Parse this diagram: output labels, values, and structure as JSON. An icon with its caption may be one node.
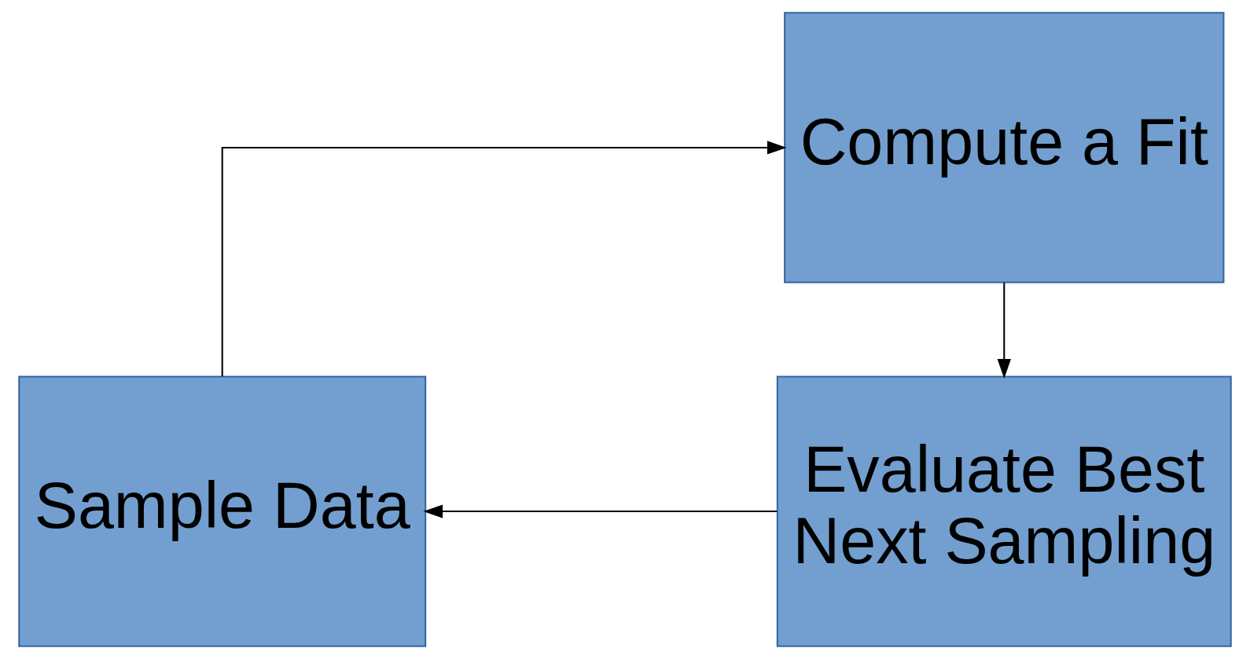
{
  "diagram": {
    "nodes": [
      {
        "text": [
          "Compute a Fit"
        ]
      },
      {
        "text": [
          "Evaluate Best Next Sampling"
        ]
      },
      {
        "text": [
          "Sample Data"
        ]
      }
    ],
    "edges": [
      {
        "from": 0,
        "to": 1,
        "arrow": "to"
      },
      {
        "from": 1,
        "to": 2,
        "arrow": "to"
      },
      {
        "from": 2,
        "to": 0,
        "arrow": "to"
      }
    ]
  }
}
